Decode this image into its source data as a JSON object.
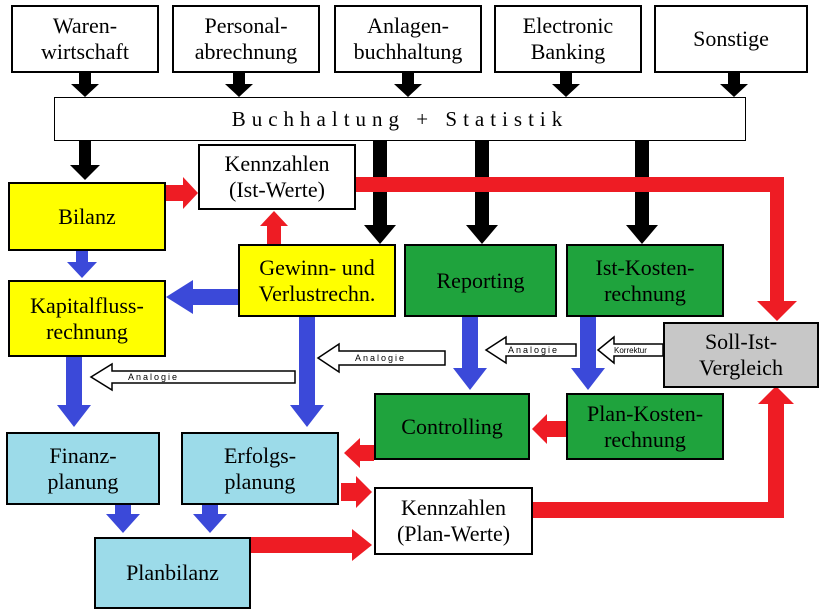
{
  "top_boxes": {
    "warenwirtschaft": "Waren-\nwirtschaft",
    "personalabrechnung": "Personal-\nabrechnung",
    "anlagenbuchhaltung": "Anlagen-\nbuchhaltung",
    "electronic_banking": "Electronic\nBanking",
    "sonstige": "Sonstige"
  },
  "bar": {
    "label": "Buchhaltung + Statistik"
  },
  "boxes": {
    "kennzahlen_ist": "Kennzahlen\n(Ist-Werte)",
    "bilanz": "Bilanz",
    "gewinn_verlust": "Gewinn- und\nVerlustrechn.",
    "reporting": "Reporting",
    "ist_kosten": "Ist-Kosten-\nrechnung",
    "kapitalfluss": "Kapitalfluss-\nrechnung",
    "soll_ist": "Soll-Ist-\nVergleich",
    "controlling": "Controlling",
    "plan_kosten": "Plan-Kosten-\nrechnung",
    "finanzplanung": "Finanz-\nplanung",
    "erfolgsplanung": "Erfolgs-\nplanung",
    "kennzahlen_plan": "Kennzahlen\n(Plan-Werte)",
    "planbilanz": "Planbilanz"
  },
  "arrow_labels": {
    "analogie": "Analogie",
    "korrektur": "Korrektur"
  },
  "colors": {
    "black_arrow": "#000000",
    "red_arrow": "#ee1c24",
    "blue_arrow": "#3b49d9",
    "yellow": "#ffff00",
    "green": "#1fa33d",
    "cyan": "#9cdbe9",
    "gray": "#c7c7c7"
  }
}
